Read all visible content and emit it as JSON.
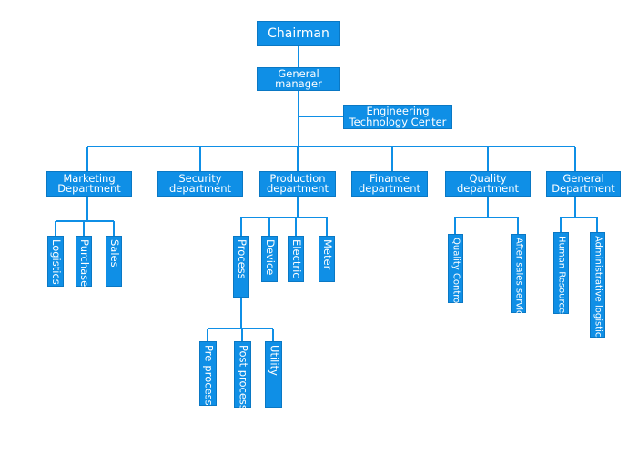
{
  "colors": {
    "node": "#0f8fe6",
    "line": "#0f8fe6",
    "text": "#ffffff"
  },
  "nodes": {
    "chairman": "Chairman",
    "general_manager": [
      "General",
      "manager"
    ],
    "engineering_center": [
      "Engineering",
      "Technology Center"
    ],
    "marketing": [
      "Marketing",
      "Department"
    ],
    "security": [
      "Security",
      "department"
    ],
    "production": [
      "Production",
      "department"
    ],
    "finance": [
      "Finance",
      "department"
    ],
    "quality": [
      "Quality",
      "department"
    ],
    "general_department": [
      "General",
      "Department"
    ],
    "logistics": "Logistics",
    "purchase": "Purchase",
    "sales": "Sales",
    "process": "Process",
    "device": "Device",
    "electric": "Electric",
    "meter": "Meter",
    "pre_process": "Pre-process",
    "post_process": "Post process",
    "utility": "Utility",
    "quality_control": "Quality Control",
    "after_sales": "After sales service",
    "human_resources": "Human Resources",
    "admin_logistics": "Administrative logistics"
  }
}
